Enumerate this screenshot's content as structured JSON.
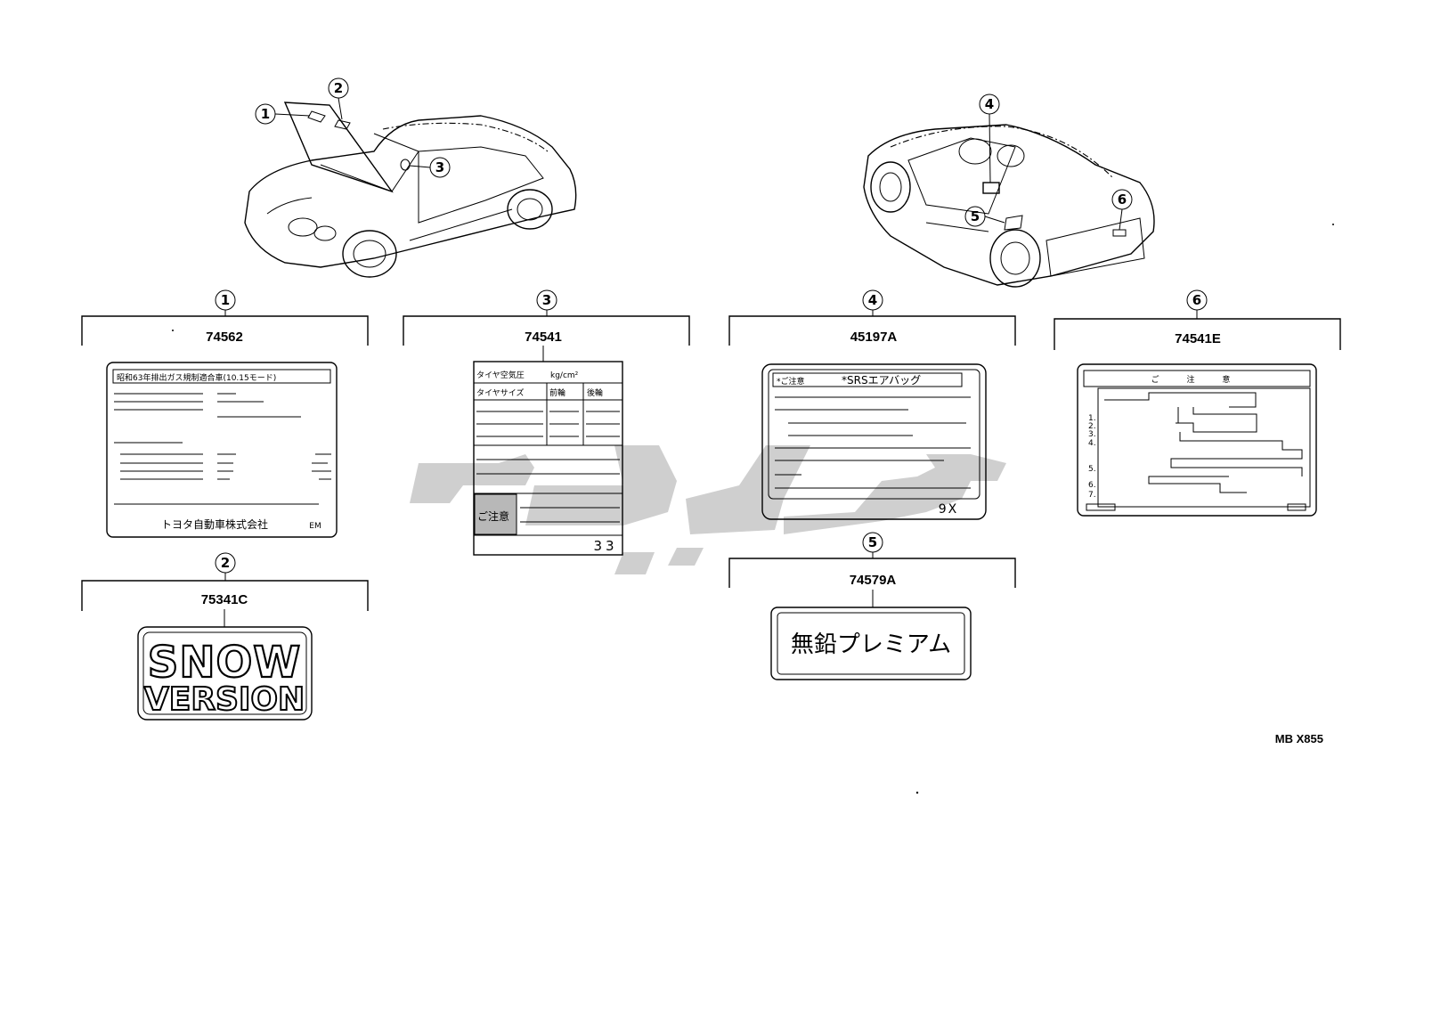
{
  "diagram_code": "MB X855",
  "callouts": {
    "c1": "1",
    "c2": "2",
    "c3": "3",
    "c4": "4",
    "c5": "5",
    "c6": "6"
  },
  "labels": {
    "l1": {
      "number": "1",
      "part_number": "74562",
      "header": "昭和63年排出ガス規制適合車(10.15モード)",
      "maker": "トヨタ自動車株式会社",
      "code": "EM"
    },
    "l2": {
      "number": "2",
      "part_number": "75341C",
      "line1": "SNOW",
      "line2": "VERSION"
    },
    "l3": {
      "number": "3",
      "part_number": "74541",
      "title": "タイヤ空気圧",
      "unit": "kg/cm²",
      "col_size": "タイヤサイズ",
      "col_front": "前輪",
      "col_rear": "後輪",
      "caution": "ご注意",
      "code": "33"
    },
    "l4": {
      "number": "4",
      "part_number": "45197A",
      "caution": "*ご注意",
      "srs": "*SRSエアバッグ",
      "code": "9X"
    },
    "l5": {
      "number": "5",
      "part_number": "74579A",
      "text": "無鉛プレミアム"
    },
    "l6": {
      "number": "6",
      "part_number": "74541E",
      "header": "ご 注 意",
      "items": [
        "1.",
        "2.",
        "3.",
        "4.",
        "5.",
        "6.",
        "7."
      ]
    }
  },
  "watermark": {
    "color": "#c8c8c8"
  }
}
